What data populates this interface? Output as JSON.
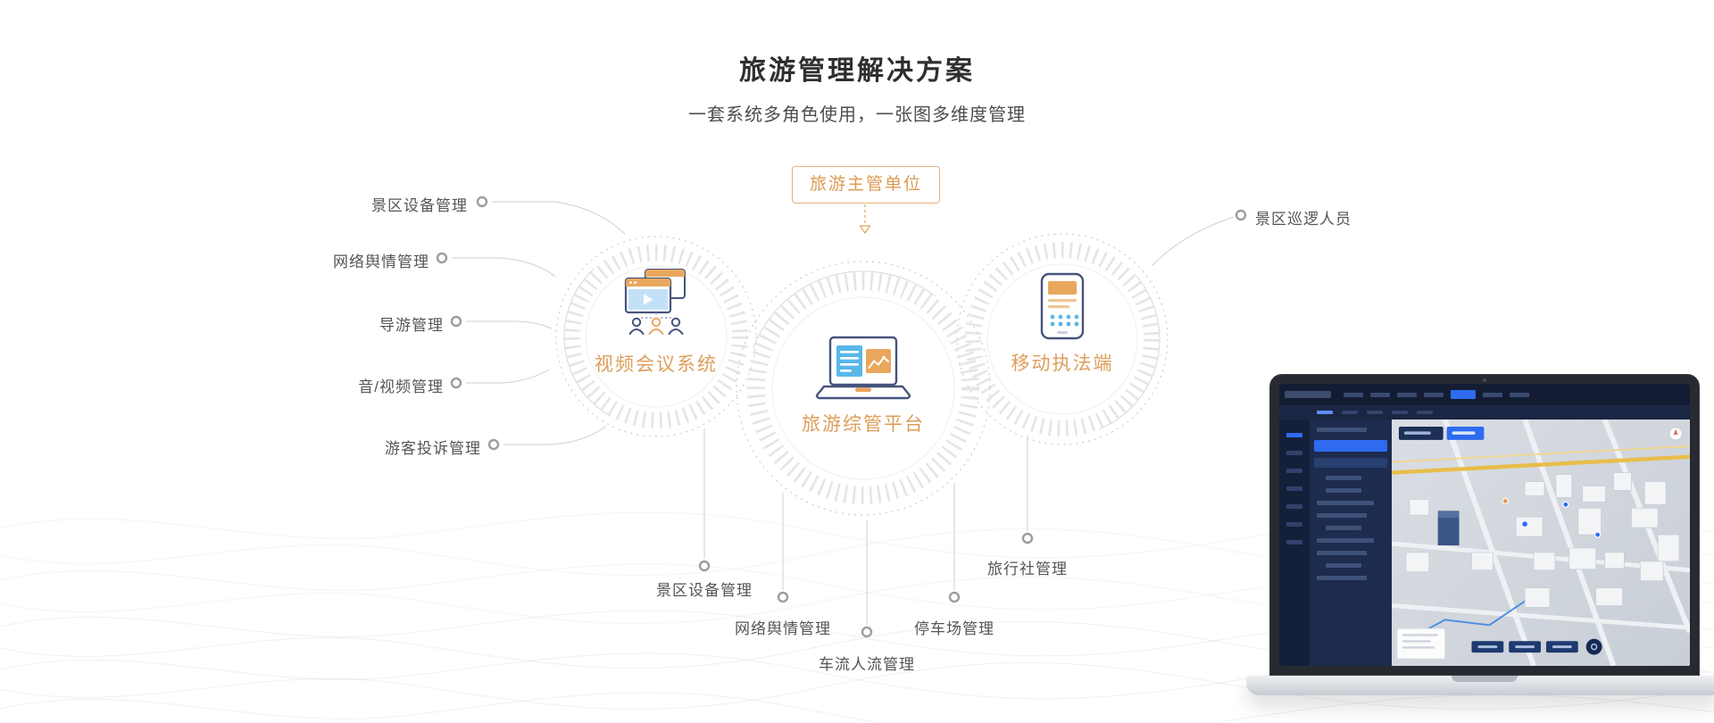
{
  "page": {
    "title": "旅游管理解决方案",
    "subtitle": "一套系统多角色使用，一张图多维度管理"
  },
  "diagram": {
    "authority_box": "旅游主管单位",
    "nodes": {
      "left": "视频会议系统",
      "center": "旅游综管平台",
      "right": "移动执法端"
    },
    "left_labels": [
      "景区设备管理",
      "网络舆情管理",
      "导游管理",
      "音/视频管理",
      "游客投诉管理"
    ],
    "right_labels": [
      "景区巡逻人员"
    ],
    "bottom_labels": [
      "景区设备管理",
      "网络舆情管理",
      "车流人流管理",
      "停车场管理",
      "旅行社管理"
    ]
  },
  "icons": {
    "left": "video-conference-icon",
    "center": "management-platform-laptop-icon",
    "right": "mobile-enforcement-phone-icon"
  },
  "colors": {
    "accent_orange": "#dd9e5a",
    "outline_navy": "#46547c",
    "accent_blue": "#59b7e8",
    "connector_gray": "#cfcfcf",
    "dashboard_highlight_blue": "#2e6bf0",
    "map_road_yellow": "#e9bd4a"
  }
}
